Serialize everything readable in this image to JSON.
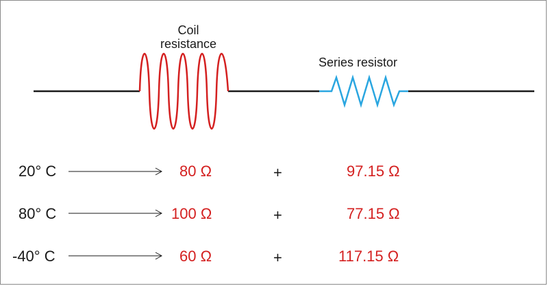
{
  "labels": {
    "coil_line1": "Coil",
    "coil_line2": "resistance",
    "series": "Series resistor"
  },
  "rows": [
    {
      "temp": "20° C",
      "coil": "80 Ω",
      "op": "+",
      "series": "97.15 Ω"
    },
    {
      "temp": "80° C",
      "coil": "100 Ω",
      "op": "+",
      "series": "77.15 Ω"
    },
    {
      "temp": "-40° C",
      "coil": "60 Ω",
      "op": "+",
      "series": "117.15 Ω"
    }
  ],
  "colors": {
    "wire": "#1a1a1a",
    "coil": "#d42020",
    "resistor": "#2aa6e0",
    "values": "#d42020"
  }
}
